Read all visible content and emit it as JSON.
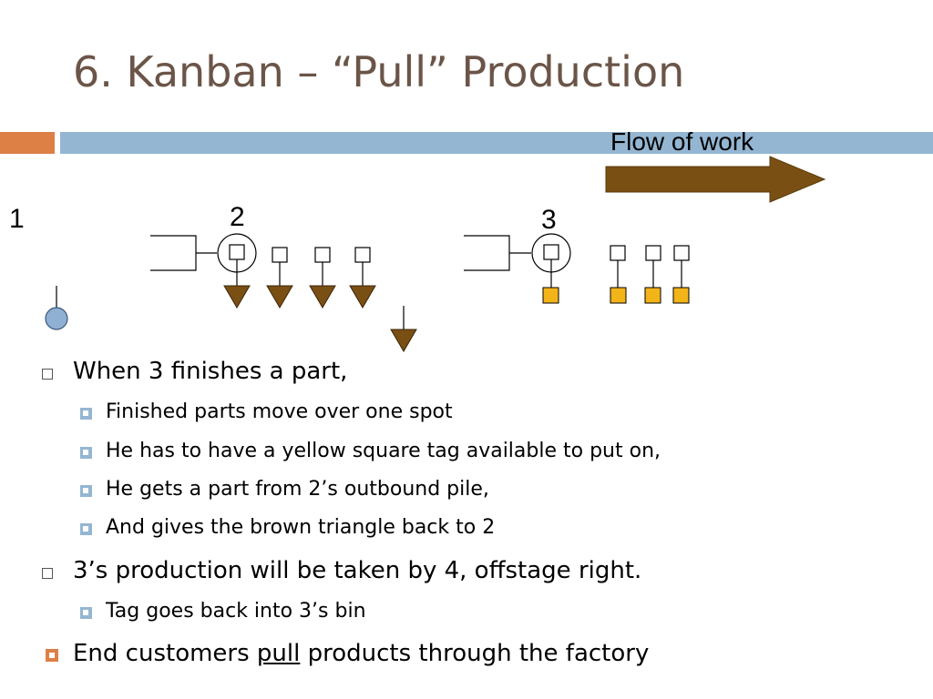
{
  "slide": {
    "title": "6. Kanban – “Pull” Production"
  },
  "diagram": {
    "flow_label": "Flow of work",
    "station_labels": [
      "1",
      "2",
      "3"
    ],
    "colors": {
      "brown": "#7a4f13",
      "yellow": "#f3b419",
      "blue_circle": "#8fb0d3",
      "orange_bar": "#dd8046",
      "blue_bar": "#94b6d2"
    }
  },
  "bullets": [
    {
      "text": "When 3 finishes a part,",
      "sub": [
        "Finished parts move over one spot",
        "He has to have a yellow square tag available to put on,",
        "He gets a part from 2’s outbound pile,",
        "And gives the brown triangle back to 2"
      ]
    },
    {
      "text": "3’s production will be taken by 4, offstage right.",
      "sub": [
        "Tag goes back into 3’s bin"
      ]
    }
  ],
  "final_bullet": {
    "before": "End customers ",
    "underlined": "pull",
    "after": " products through the factory"
  }
}
